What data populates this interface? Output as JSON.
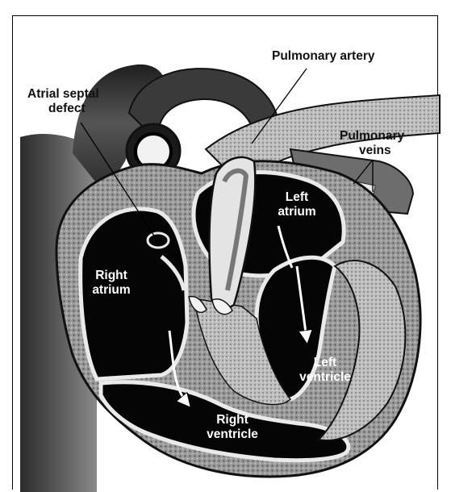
{
  "figure": {
    "labels": {
      "pulmonary_artery": "Pulmonary artery",
      "atrial_septal_defect_line1": "Atrial septal",
      "atrial_septal_defect_line2": "defect",
      "pulmonary_veins_line1": "Pulmonary",
      "pulmonary_veins_line2": "veins",
      "left_atrium_line1": "Left",
      "left_atrium_line2": "atrium",
      "right_atrium_line1": "Right",
      "right_atrium_line2": "atrium",
      "left_ventricle_line1": "Left",
      "left_ventricle_line2": "ventricle",
      "right_ventricle_line1": "Right",
      "right_ventricle_line2": "ventricle"
    }
  }
}
